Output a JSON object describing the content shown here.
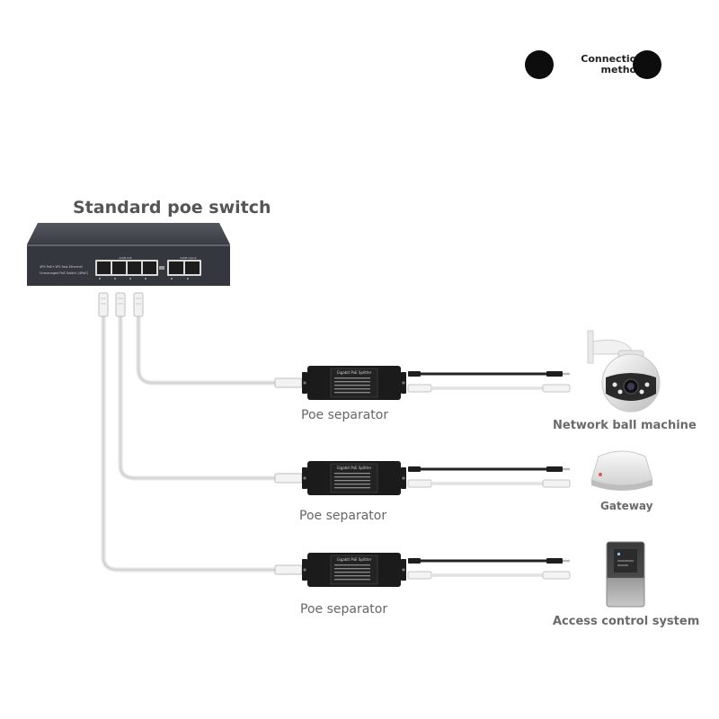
{
  "header": {
    "line1": "Connection",
    "line2": "method"
  },
  "switch": {
    "title": "Standard poe switch",
    "label_line1": "4PS PoE+1PS Fast Ethernet",
    "label_line2": "Unmanaged PoE Switch (4PoE)",
    "port_group_poe": "100M PoE",
    "port_group_uplink": "100M Uplink"
  },
  "splitter": {
    "top_label": "Gigabit PoE Splitter"
  },
  "rows": [
    {
      "separator_label": "Poe separator",
      "device_label": "Network ball machine",
      "device_icon": "dome-camera-icon"
    },
    {
      "separator_label": "Poe separator",
      "device_label": "Gateway",
      "device_icon": "gateway-icon"
    },
    {
      "separator_label": "Poe separator",
      "device_label": "Access control system",
      "device_icon": "access-panel-icon"
    }
  ],
  "colors": {
    "switch_body": "#3a3d44",
    "splitter_body": "#1b1b1b",
    "cable_white": "#e6e6e6",
    "cable_black": "#222222",
    "label_gray": "#666666"
  }
}
